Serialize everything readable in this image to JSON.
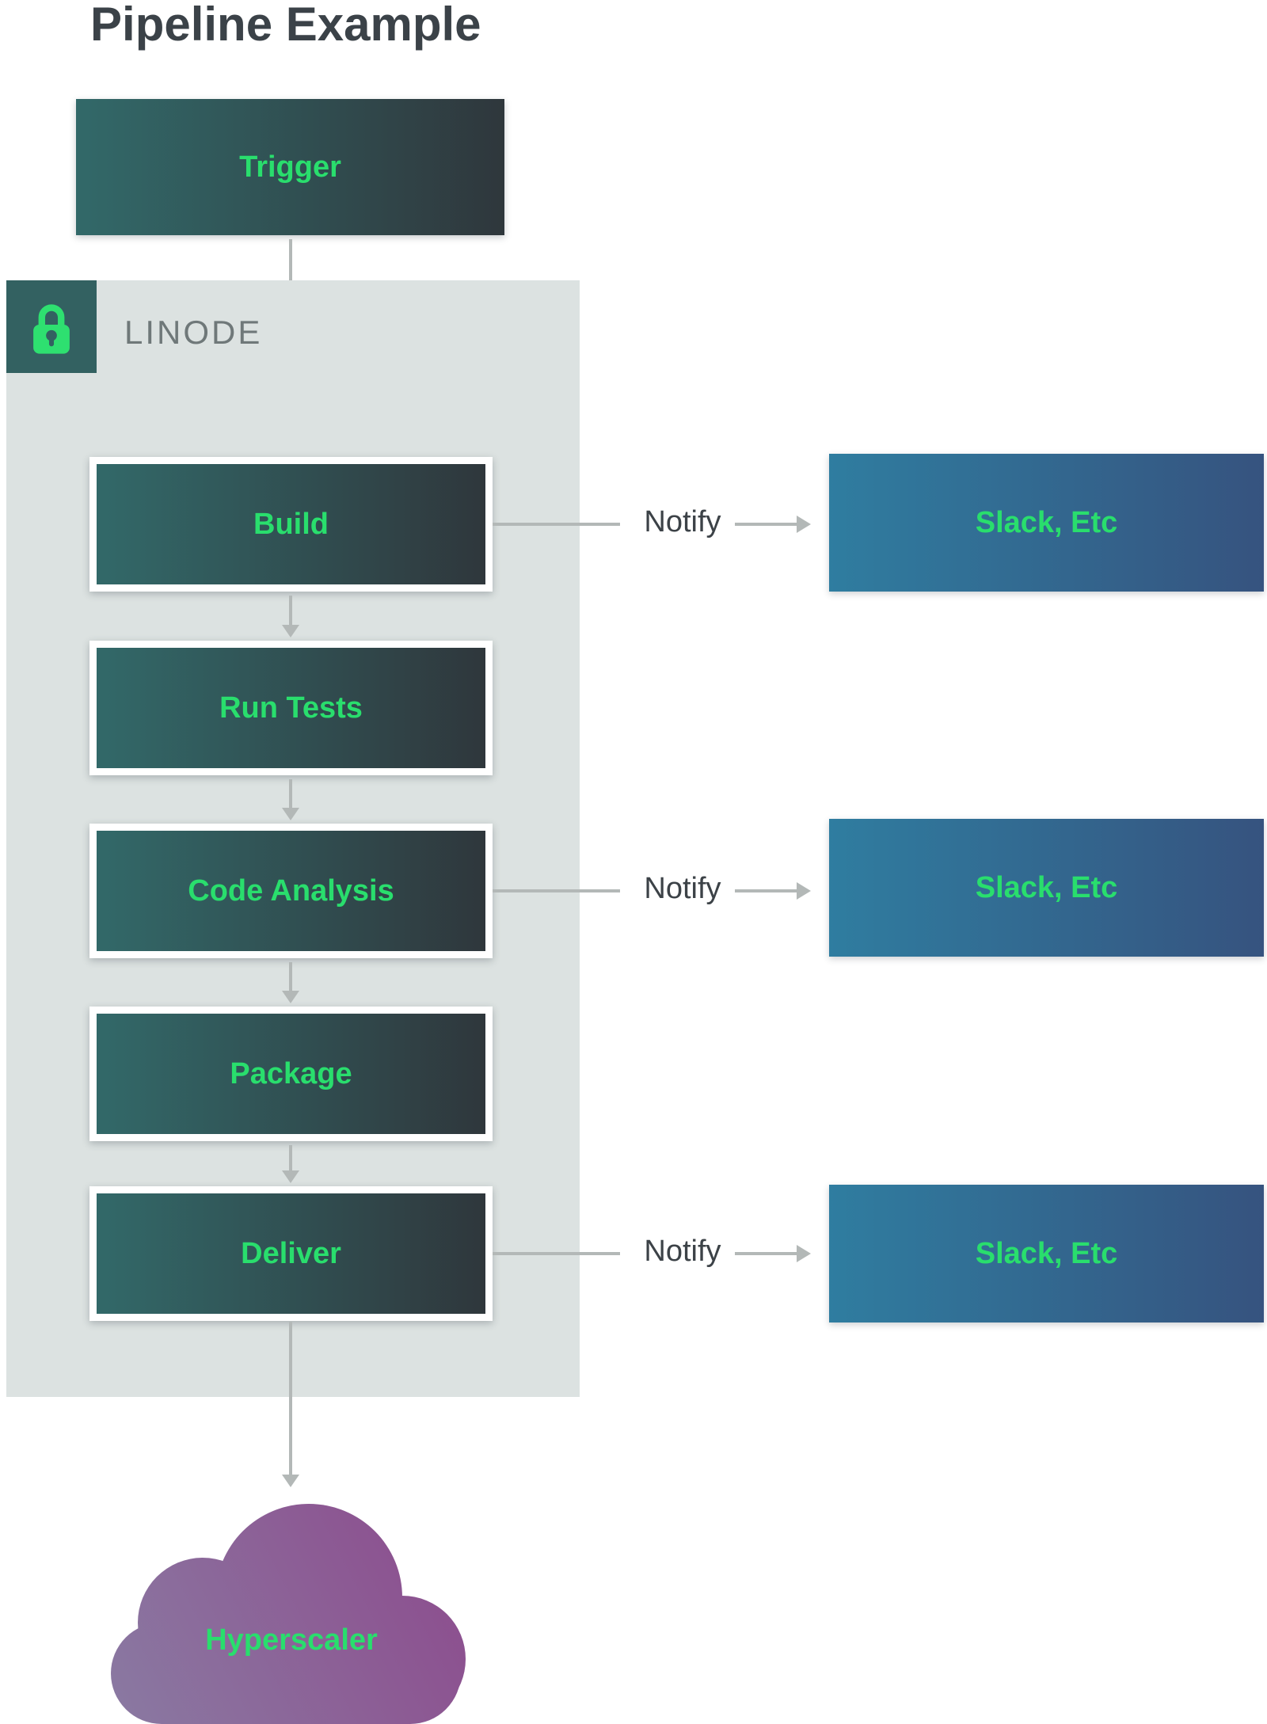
{
  "title": "Pipeline Example",
  "trigger": {
    "label": "Trigger"
  },
  "linode": {
    "label": "LINODE"
  },
  "stages": [
    {
      "label": "Build"
    },
    {
      "label": "Run Tests"
    },
    {
      "label": "Code Analysis"
    },
    {
      "label": "Package"
    },
    {
      "label": "Deliver"
    }
  ],
  "notify_rows": [
    {
      "label": "Notify",
      "target": "Slack, Etc"
    },
    {
      "label": "Notify",
      "target": "Slack, Etc"
    },
    {
      "label": "Notify",
      "target": "Slack, Etc"
    }
  ],
  "cloud": {
    "label": "Hyperscaler"
  },
  "icons": {
    "lock": "lock-icon"
  },
  "colors": {
    "stage_gradient_start": "#326969",
    "stage_gradient_end": "#2f373c",
    "stage_text_green": "#29de6d",
    "notify_box_gradient_start": "#2f7da0",
    "notify_box_gradient_end": "#36537f",
    "container_bg": "#dce2e1",
    "lock_badge_bg": "#336161",
    "lock_glyph_green": "#2ee070",
    "cloud_gradient_start": "#8a7aa2",
    "cloud_gradient_end": "#8d4b8d",
    "arrow_gray": "#b3b8b7",
    "title_text": "#3b4248",
    "linode_text": "#6f7879",
    "notify_text": "#3c4247"
  }
}
